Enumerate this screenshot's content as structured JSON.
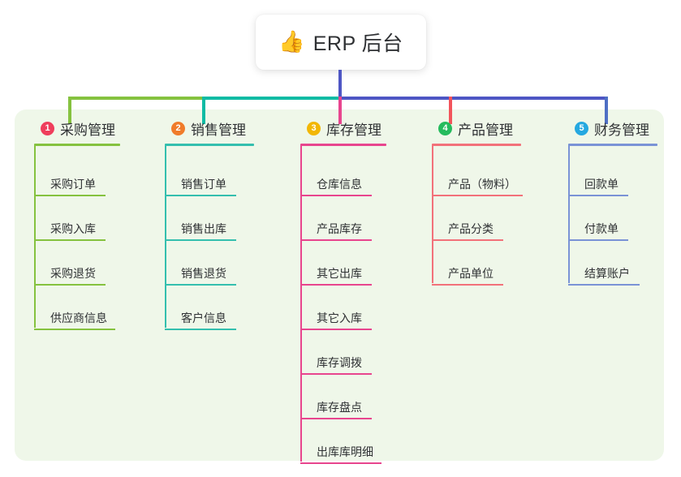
{
  "diagram": {
    "title": {
      "icon": "thumbs-up-icon",
      "emoji": "👍",
      "text": "ERP 后台"
    },
    "panel_background": "#eff7e9",
    "columns": [
      {
        "number": "1",
        "badge_color": "#ef3e5c",
        "line_color": "#85c23f",
        "title": "采购管理",
        "head_width": 106,
        "items": [
          {
            "label": "采购订单",
            "rule_width": 88
          },
          {
            "label": "采购入库",
            "rule_width": 88
          },
          {
            "label": "采购退货",
            "rule_width": 88
          },
          {
            "label": "供应商信息",
            "rule_width": 100
          }
        ]
      },
      {
        "number": "2",
        "badge_color": "#f07c2b",
        "line_color": "#34bfae",
        "title": "销售管理",
        "head_width": 110,
        "items": [
          {
            "label": "销售订单",
            "rule_width": 88
          },
          {
            "label": "销售出库",
            "rule_width": 88
          },
          {
            "label": "销售退货",
            "rule_width": 88
          },
          {
            "label": "客户信息",
            "rule_width": 88
          }
        ]
      },
      {
        "number": "3",
        "badge_color": "#f2b705",
        "line_color": "#e8458e",
        "title": "库存管理",
        "head_width": 106,
        "items": [
          {
            "label": "仓库信息",
            "rule_width": 88
          },
          {
            "label": "产品库存",
            "rule_width": 88
          },
          {
            "label": "其它出库",
            "rule_width": 88
          },
          {
            "label": "其它入库",
            "rule_width": 88
          },
          {
            "label": "库存调拨",
            "rule_width": 88
          },
          {
            "label": "库存盘点",
            "rule_width": 88
          },
          {
            "label": "出库库明细",
            "rule_width": 100
          }
        ]
      },
      {
        "number": "4",
        "badge_color": "#25bb5d",
        "line_color": "#f2717a",
        "title": "产品管理",
        "head_width": 110,
        "items": [
          {
            "label": "产品（物料）",
            "rule_width": 112
          },
          {
            "label": "产品分类",
            "rule_width": 88
          },
          {
            "label": "产品单位",
            "rule_width": 88
          }
        ]
      },
      {
        "number": "5",
        "badge_color": "#25a8e0",
        "line_color": "#7a93d6",
        "title": "财务管理",
        "head_width": 110,
        "items": [
          {
            "label": "回款单",
            "rule_width": 74
          },
          {
            "label": "付款单",
            "rule_width": 74
          },
          {
            "label": "结算账户",
            "rule_width": 88
          }
        ]
      }
    ],
    "connectors": {
      "stem_color": "#4e56c4",
      "bus_segment_1_color": "#85c23f",
      "bus_segment_2_color": "#0fbba4",
      "bus_segment_3_color": "#4e56c4",
      "drop_colors": [
        "#85c23f",
        "#0fbba4",
        "#e8458e",
        "#f2545b",
        "#4e6fc4"
      ]
    }
  }
}
